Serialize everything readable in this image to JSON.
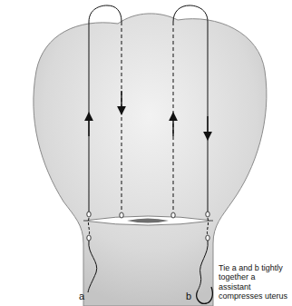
{
  "diagram": {
    "labels": [
      "a",
      "b",
      "Tie a and b tightly together a assistant compresses uterus"
    ]
  }
}
